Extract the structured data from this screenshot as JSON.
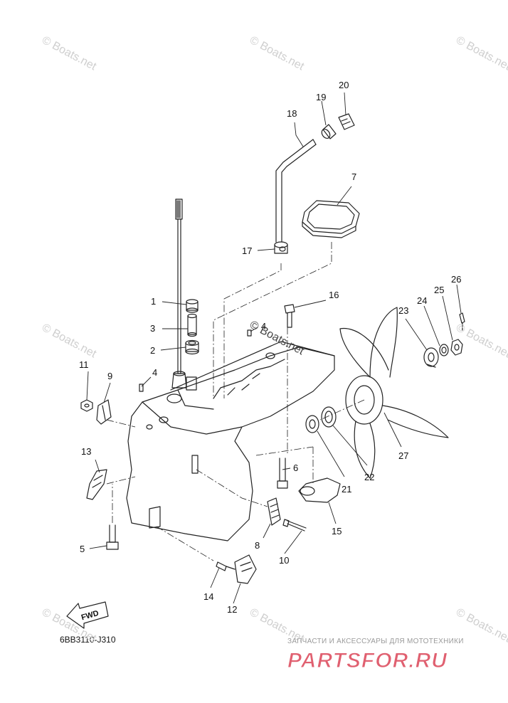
{
  "diagram": {
    "code": "6BB3110-J310",
    "fwd_label": "FWD",
    "callouts": [
      {
        "id": "1",
        "label": "1"
      },
      {
        "id": "2",
        "label": "2"
      },
      {
        "id": "3",
        "label": "3"
      },
      {
        "id": "4",
        "label": "4"
      },
      {
        "id": "4b",
        "label": "4"
      },
      {
        "id": "5",
        "label": "5"
      },
      {
        "id": "6",
        "label": "6"
      },
      {
        "id": "7",
        "label": "7"
      },
      {
        "id": "8",
        "label": "8"
      },
      {
        "id": "9",
        "label": "9"
      },
      {
        "id": "10",
        "label": "10"
      },
      {
        "id": "11",
        "label": "11"
      },
      {
        "id": "12",
        "label": "12"
      },
      {
        "id": "13",
        "label": "13"
      },
      {
        "id": "14",
        "label": "14"
      },
      {
        "id": "15",
        "label": "15"
      },
      {
        "id": "16",
        "label": "16"
      },
      {
        "id": "17",
        "label": "17"
      },
      {
        "id": "18",
        "label": "18"
      },
      {
        "id": "19",
        "label": "19"
      },
      {
        "id": "20",
        "label": "20"
      },
      {
        "id": "21",
        "label": "21"
      },
      {
        "id": "22",
        "label": "22"
      },
      {
        "id": "23",
        "label": "23"
      },
      {
        "id": "24",
        "label": "24"
      },
      {
        "id": "25",
        "label": "25"
      },
      {
        "id": "26",
        "label": "26"
      },
      {
        "id": "27",
        "label": "27"
      }
    ]
  },
  "watermark": {
    "text": "© Boats.net"
  },
  "branding": {
    "tagline": "ЗАПЧАСТИ И АКСЕССУАРЫ ДЛЯ МОТОТЕХНИКИ",
    "logo_text": "PARTSFOR.RU",
    "color": "#e06070"
  }
}
